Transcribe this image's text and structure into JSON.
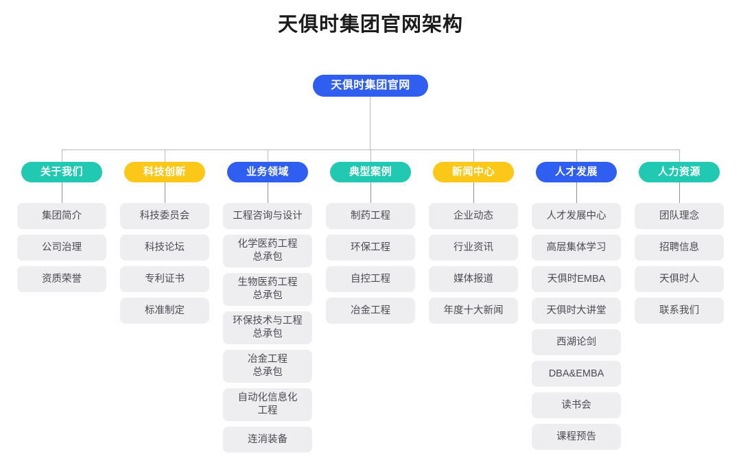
{
  "title": "天俱时集团官网架构",
  "root": {
    "label": "天俱时集团官网",
    "color": "#2f5ef0"
  },
  "palette": {
    "teal": "#22c9b2",
    "yellow": "#fbc81a",
    "blue": "#2f5ef0",
    "leaf_bg": "#eeeef0",
    "leaf_text": "#4b4b53",
    "line": "#b9bbc0",
    "background": "#ffffff",
    "title_text": "#1b1b1b"
  },
  "columns": [
    {
      "header": "关于我们",
      "color": "teal",
      "items": [
        "集团简介",
        "公司治理",
        "资质荣誉"
      ]
    },
    {
      "header": "科技创新",
      "color": "yellow",
      "items": [
        "科技委员会",
        "科技论坛",
        "专利证书",
        "标准制定"
      ]
    },
    {
      "header": "业务领域",
      "color": "blue",
      "items": [
        "工程咨询与设计",
        "化学医药工程\n总承包",
        "生物医药工程\n总承包",
        "环保技术与工程\n总承包",
        "冶金工程\n总承包",
        "自动化信息化\n工程",
        "连消装备"
      ]
    },
    {
      "header": "典型案例",
      "color": "teal",
      "items": [
        "制药工程",
        "环保工程",
        "自控工程",
        "冶金工程"
      ]
    },
    {
      "header": "新闻中心",
      "color": "yellow",
      "items": [
        "企业动态",
        "行业资讯",
        "媒体报道",
        "年度十大新闻"
      ]
    },
    {
      "header": "人才发展",
      "color": "blue",
      "items": [
        "人才发展中心",
        "高层集体学习",
        "天俱时EMBA",
        "天俱时大讲堂",
        "西湖论剑",
        "DBA&EMBA",
        "读书会",
        "课程预告"
      ]
    },
    {
      "header": "人力资源",
      "color": "teal",
      "items": [
        "团队理念",
        "招聘信息",
        "天俱时人",
        "联系我们"
      ]
    }
  ]
}
